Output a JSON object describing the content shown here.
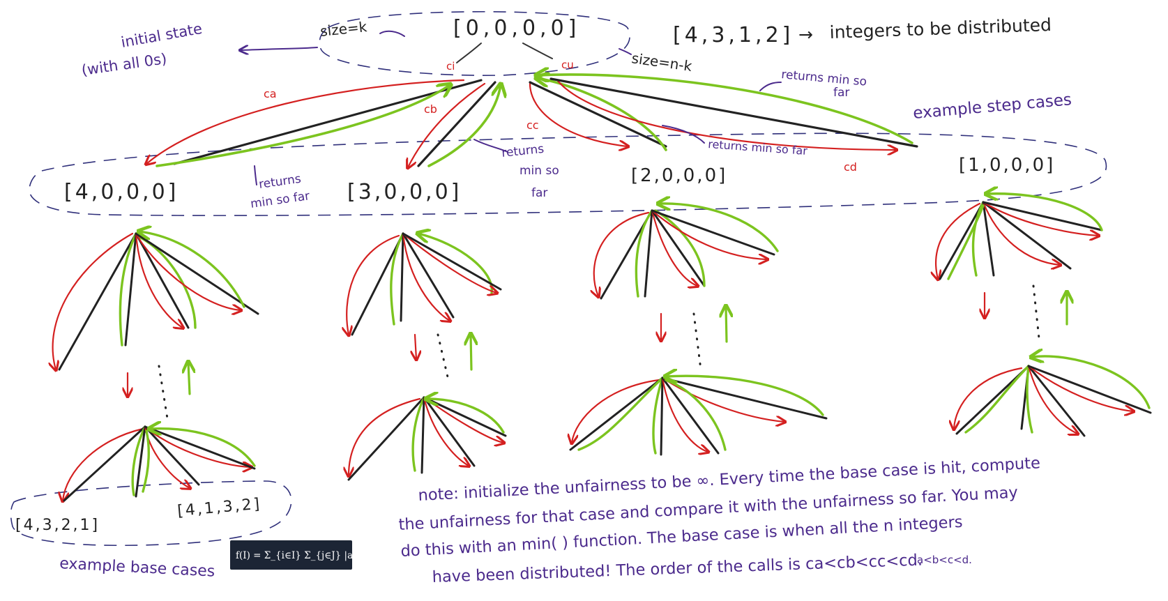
{
  "colors": {
    "black": "#222222",
    "red": "#d42020",
    "green": "#7cc41f",
    "purple": "#4b2a8c"
  },
  "root": {
    "state": "[0,0,0,0]",
    "size_left": "size=k",
    "size_right": "size=n-k",
    "initial_note_line1": "initial state",
    "initial_note_line2": "(with all 0s)"
  },
  "integers": {
    "list": "[4,3,1,2]",
    "label": "integers to be distributed"
  },
  "edge_labels": {
    "ca": "ca",
    "cb": "cb",
    "cc": "cc",
    "cd": "cd",
    "ci": "ci",
    "cu": "cu"
  },
  "returns": {
    "a_line1": "returns",
    "a_line2": "min so far",
    "b_line1": "returns",
    "b_line2": "min so",
    "b_line3": "far",
    "c": "returns min so far",
    "d_line1": "returns min so",
    "d_line2": "far"
  },
  "step": {
    "label": "example step cases",
    "states": [
      "[4,0,0,0]",
      "[3,0,0,0]",
      "[2,0,0,0]",
      "[1,0,0,0]"
    ]
  },
  "base": {
    "label": "example base cases",
    "states": [
      "[4,3,2,1]",
      "[4,1,3,2]"
    ]
  },
  "formula": "f(I) = Σ_{i∈I} Σ_{j∈J} |a_i − a_j|",
  "note": {
    "line1": "note: initialize the unfairness to be ∞. Every time the base case is hit, compute",
    "line2": "the unfairness for that case and compare it with the unfairness so far. You may",
    "line3": "do this with an min( ) function. The base case is when all the n integers",
    "line4": "have been distributed! The order of the calls is ca<cb<cc<cd.",
    "line_extra": "a<b<c<d."
  }
}
